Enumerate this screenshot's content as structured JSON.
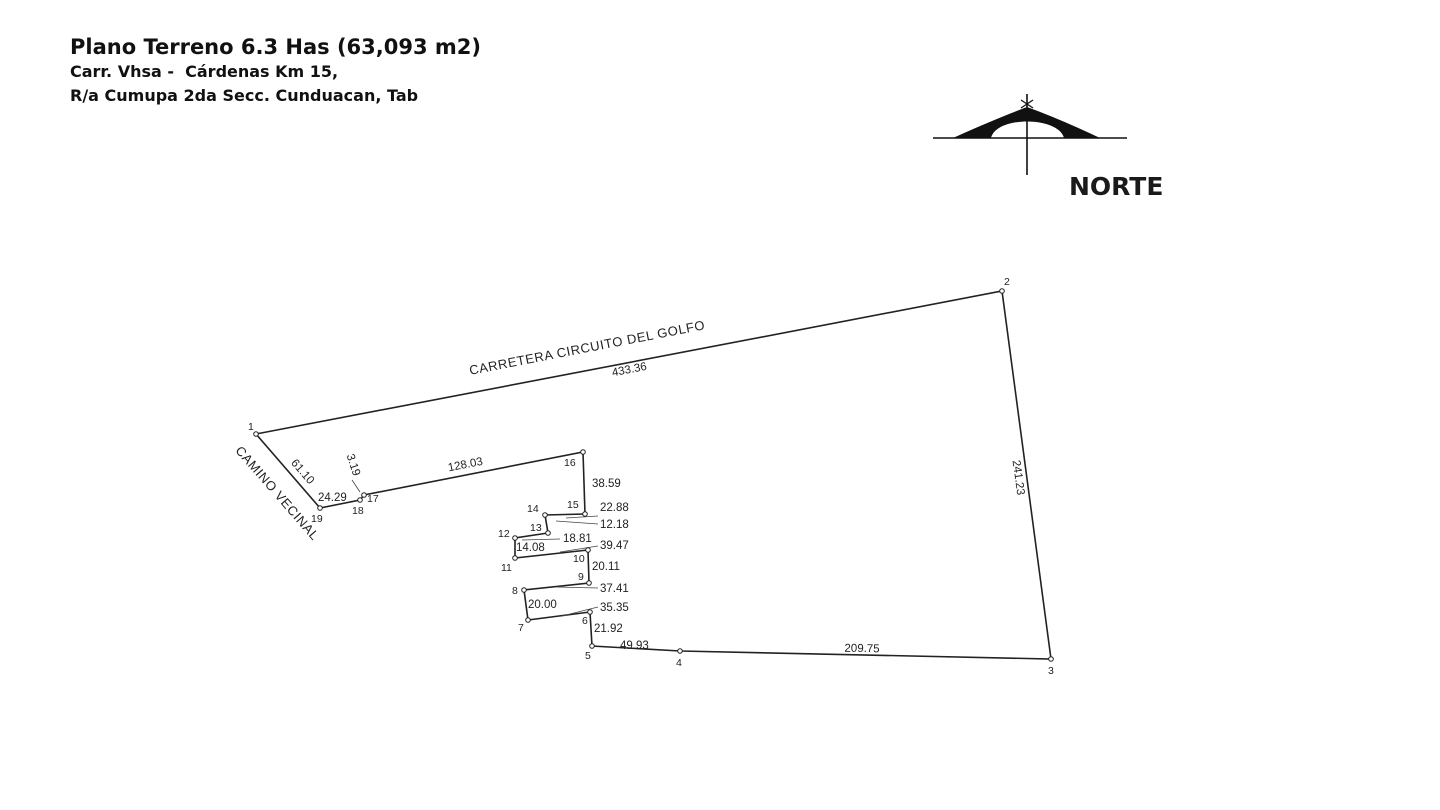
{
  "header": {
    "title": "Plano Terreno 6.3 Has (63,093 m2)",
    "address_line1": "Carr. Vhsa -  Cárdenas Km 15,",
    "address_line2": "R/a Cumupa 2da Secc. Cunduacan, Tab"
  },
  "north_arrow": {
    "label": "NORTE"
  },
  "plan": {
    "road_labels": {
      "north": "CARRETERA CIRCUITO DEL GOLFO",
      "west": "CAMINO VECINAL"
    },
    "vertices": [
      "1",
      "2",
      "3",
      "4",
      "5",
      "6",
      "7",
      "8",
      "9",
      "10",
      "11",
      "12",
      "13",
      "14",
      "15",
      "16",
      "17",
      "18",
      "19"
    ],
    "segments": {
      "1-2": "433.36",
      "2-3": "241.23",
      "3-4": "209.75",
      "4-5": "49.93",
      "5-6": "21.92",
      "6-7": "35.35",
      "7-8": "20.00",
      "8-9": "37.41",
      "9-10": "20.11",
      "10-11": "39.47",
      "11-12": "14.08",
      "12-13": "18.81",
      "13-14": "12.18",
      "14-15": "22.88",
      "15-16": "38.59",
      "16-17": "128.03",
      "17-18": "3.19",
      "18-19": "24.29",
      "19-1": "61.10"
    }
  }
}
